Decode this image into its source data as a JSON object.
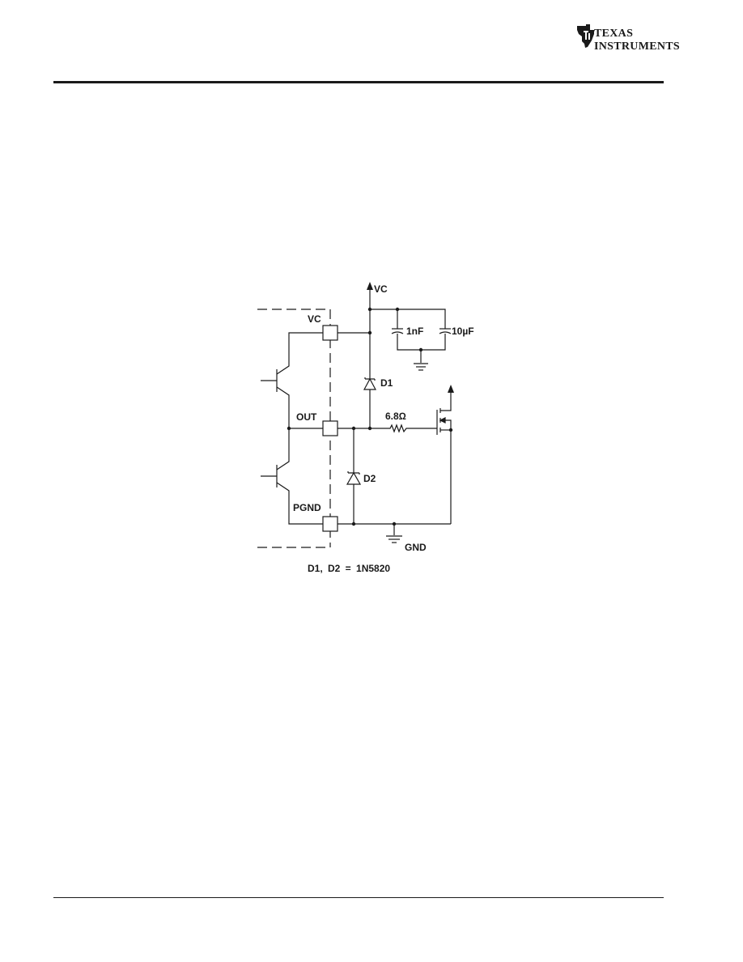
{
  "logo": {
    "line1": "Texas",
    "line2": "Instruments",
    "mark": "ti-logo-icon"
  },
  "diagram": {
    "labels": {
      "vc_supply": "VC",
      "vc_pin": "VC",
      "out_pin": "OUT",
      "pgnd_pin": "PGND",
      "d1": "D1",
      "d2": "D2",
      "cap_1nf": "1nF",
      "cap_10uf": "10µF",
      "resistor": "6.8Ω",
      "gnd": "GND",
      "caption": "D1, D2 = 1N5820"
    }
  }
}
